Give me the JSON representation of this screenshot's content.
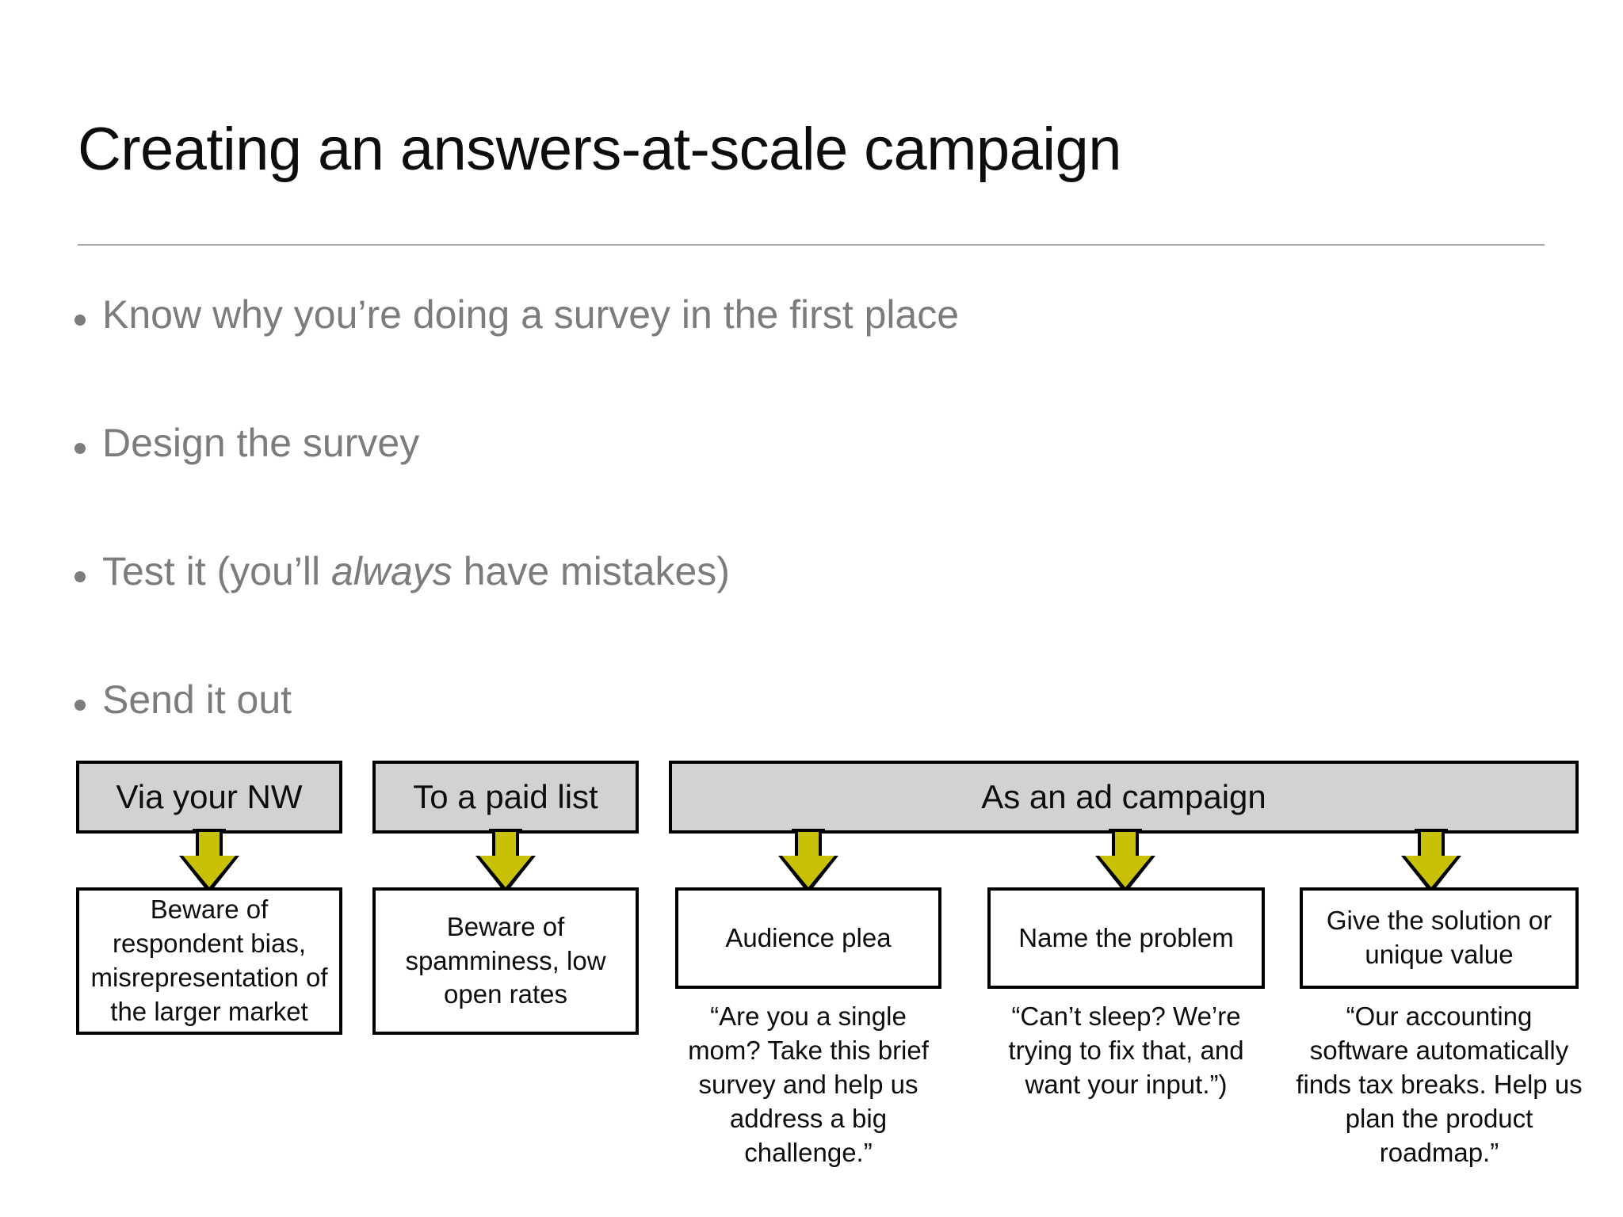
{
  "slide": {
    "title": "Creating an answers-at-scale campaign",
    "background_color": "#ffffff",
    "title_color": "#0d0d0d",
    "rule_color": "#a6a6a6",
    "bullet_color": "#7c7c7c",
    "arrow_color": "#c9c106",
    "header_box_fill": "#d2d2d2",
    "box_border_color": "#000000"
  },
  "bullets": [
    {
      "pre": "Know why you’re doing a survey in the first place",
      "em": "",
      "post": ""
    },
    {
      "pre": "Design the survey",
      "em": "",
      "post": ""
    },
    {
      "pre": "Test it (you’ll ",
      "em": "always",
      "post": " have mistakes)"
    },
    {
      "pre": "Send it out",
      "em": "",
      "post": ""
    }
  ],
  "diagram": {
    "headers": [
      {
        "label": "Via your NW"
      },
      {
        "label": "To a paid list"
      },
      {
        "label": "As an ad campaign"
      }
    ],
    "boxes": [
      {
        "label": "Beware of respondent bias, misrepresentation of the larger market"
      },
      {
        "label": "Beware of spamminess, low open rates"
      },
      {
        "label": "Audience plea"
      },
      {
        "label": "Name the problem"
      },
      {
        "label": "Give the solution or unique value"
      }
    ],
    "captions": [
      {
        "text": "“Are you a single mom? Take this brief survey and help us address a big challenge.”"
      },
      {
        "text": "“Can’t sleep? We’re trying to fix that, and want your input.”)"
      },
      {
        "text": "“Our accounting software automatically finds tax breaks. Help us plan the product roadmap.”"
      }
    ]
  }
}
